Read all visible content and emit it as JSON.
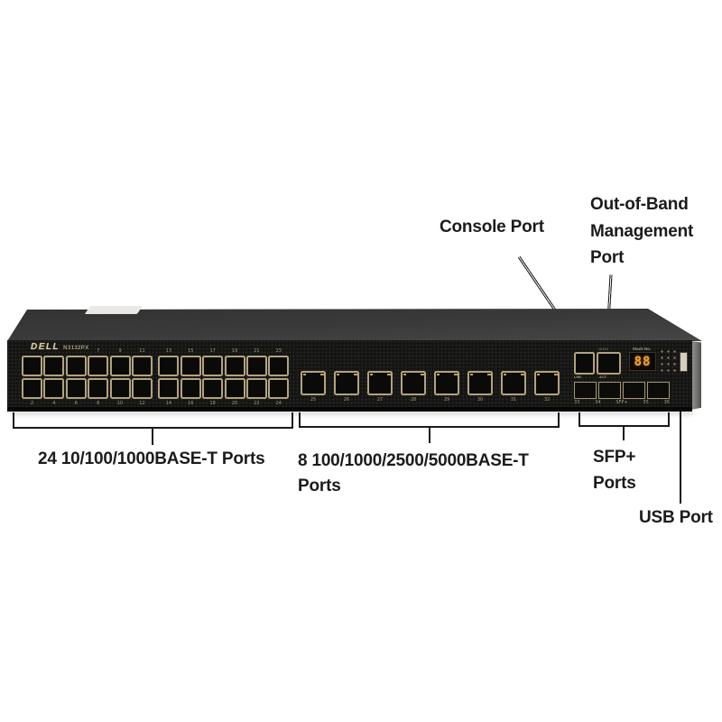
{
  "figure": {
    "annotations": {
      "console_label": "Console Port",
      "oob_lines": [
        "Out-of-Band",
        "Management",
        "Port"
      ],
      "ports24_label": "24 10/100/1000BASE-T Ports",
      "ports8_lines": [
        "8 100/1000/2500/5000BASE-T",
        "Ports"
      ],
      "sfp_lines": [
        "SFP+",
        "Ports"
      ],
      "usb_label": "USB Port"
    }
  },
  "switch": {
    "brand": "DELL",
    "model": "N3132PX",
    "stack_display": {
      "label": "Stack No.",
      "digits": "88"
    },
    "console_marking": "10101",
    "ports_24": {
      "top_numbers": [
        "7",
        "9",
        "11",
        "13",
        "15",
        "17",
        "19",
        "21",
        "23"
      ],
      "bottom_numbers": [
        "2",
        "4",
        "6",
        "8",
        "10",
        "12",
        "14",
        "16",
        "18",
        "20",
        "22",
        "24"
      ],
      "columns": 12
    },
    "ports_multigig": {
      "numbers": [
        "25",
        "26",
        "27",
        "28",
        "29",
        "30",
        "31",
        "32"
      ]
    },
    "sfp": {
      "lnk_label": "LNK",
      "act_label": "ACT",
      "cage_count": 4,
      "bottom_labels": [
        "33",
        "34",
        "SFP+",
        "35",
        "36"
      ]
    }
  },
  "colors": {
    "background": "#ffffff",
    "chassis_front": "#141413",
    "chassis_top": "#3a3a3a",
    "port_bezel": "#b2a37e",
    "led_amber": "#ef9f33",
    "annotation_text": "#1b1b1b"
  }
}
